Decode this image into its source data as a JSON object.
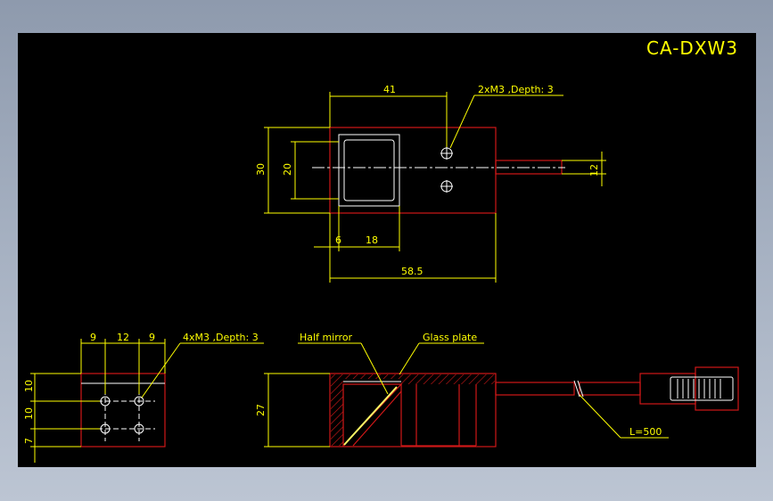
{
  "title": "CA-DXW3",
  "top_view": {
    "dim_41": "41",
    "dim_30": "30",
    "dim_20": "20",
    "dim_12": "12",
    "dim_6": "6",
    "dim_18": "18",
    "dim_58_5": "58.5",
    "thread_note": "2xM3 ,Depth: 3"
  },
  "end_view": {
    "dim_9a": "9",
    "dim_12": "12",
    "dim_9b": "9",
    "dim_10a": "10",
    "dim_10b": "10",
    "dim_7": "7",
    "thread_note": "4xM3 ,Depth: 3"
  },
  "side_view": {
    "dim_27": "27",
    "half_mirror": "Half mirror",
    "glass_plate": "Glass plate",
    "cable_length": "L=500"
  },
  "colors": {
    "background": "#000000",
    "dimension": "#ffff00",
    "outline": "#d01818",
    "detail": "#ffffff"
  }
}
